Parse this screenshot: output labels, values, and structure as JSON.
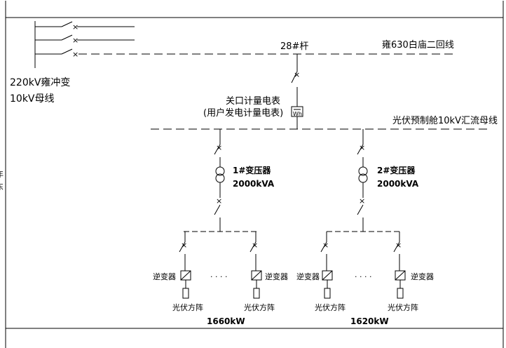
{
  "source": {
    "title": "220kV雍冲变",
    "bus": "10kV母线"
  },
  "line": {
    "pole": "28#杆",
    "name": "雍630白庙二回线"
  },
  "meter": {
    "line1": "关口计量电表",
    "line2": "(用户发电计量电表)"
  },
  "bus": {
    "name": "光伏预制舱10kV汇流母线"
  },
  "transformers": [
    {
      "name": "1#变压器",
      "rating": "2000kVA",
      "capacity": "1660kW"
    },
    {
      "name": "2#变压器",
      "rating": "2000kVA",
      "capacity": "1620kW"
    }
  ],
  "labels": {
    "inverter": "逆变器",
    "pv_array": "光伏方阵",
    "ellipsis": "· · · ·",
    "edge_a": "年",
    "edge_b": "东"
  }
}
